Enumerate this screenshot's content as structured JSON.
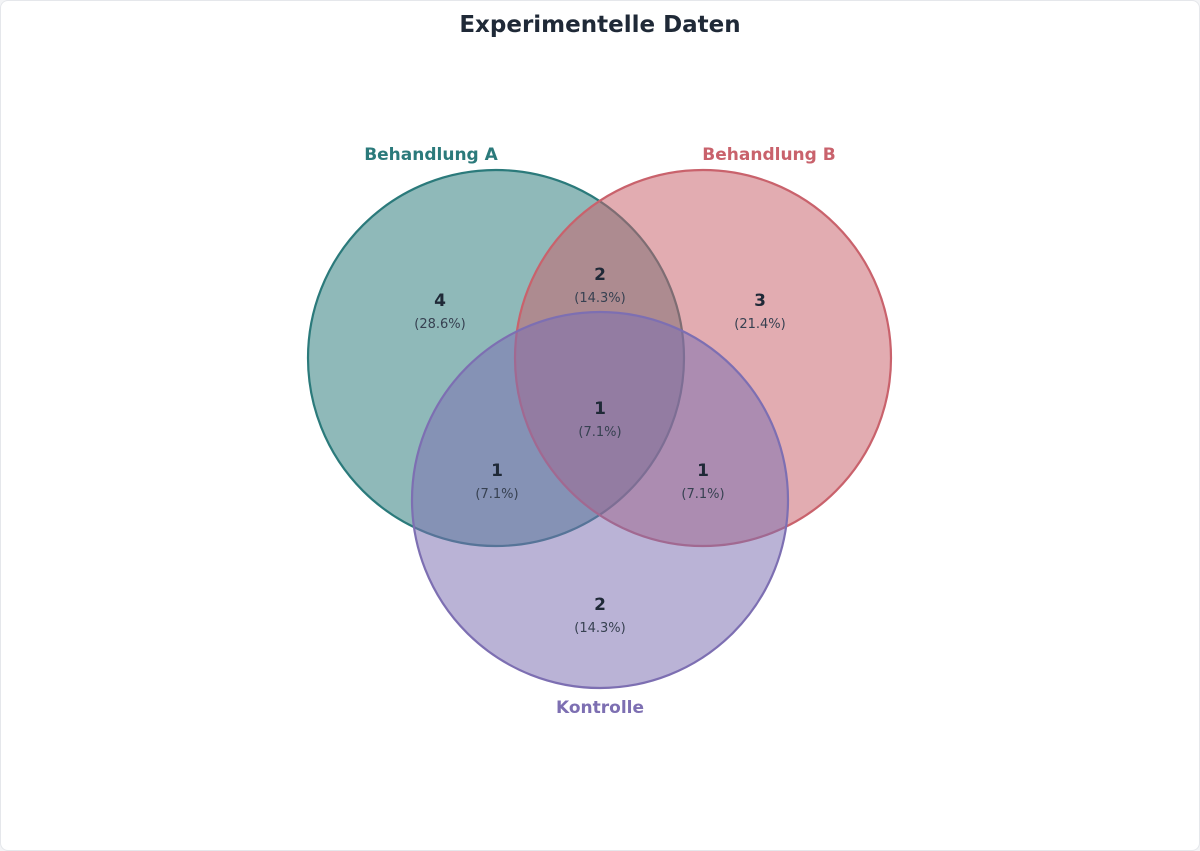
{
  "chart_data": {
    "type": "venn",
    "title": "Experimentelle Daten",
    "sets": [
      {
        "id": "A",
        "name": "Behandlung A",
        "color": "#2b7a7b"
      },
      {
        "id": "B",
        "name": "Behandlung B",
        "color": "#c9626c"
      },
      {
        "id": "C",
        "name": "Kontrolle",
        "color": "#7d6fb2"
      }
    ],
    "regions": [
      {
        "sets": [
          "A"
        ],
        "value": 4,
        "percent": "(28.6%)"
      },
      {
        "sets": [
          "B"
        ],
        "value": 3,
        "percent": "(21.4%)"
      },
      {
        "sets": [
          "C"
        ],
        "value": 2,
        "percent": "(14.3%)"
      },
      {
        "sets": [
          "A",
          "B"
        ],
        "value": 2,
        "percent": "(14.3%)"
      },
      {
        "sets": [
          "A",
          "C"
        ],
        "value": 1,
        "percent": "(7.1%)"
      },
      {
        "sets": [
          "B",
          "C"
        ],
        "value": 1,
        "percent": "(7.1%)"
      },
      {
        "sets": [
          "A",
          "B",
          "C"
        ],
        "value": 1,
        "percent": "(7.1%)"
      }
    ],
    "colors": {
      "background": "#ffffff",
      "title": "#1f2937",
      "count_text": "#1f2937",
      "percent_text": "#374151"
    }
  }
}
